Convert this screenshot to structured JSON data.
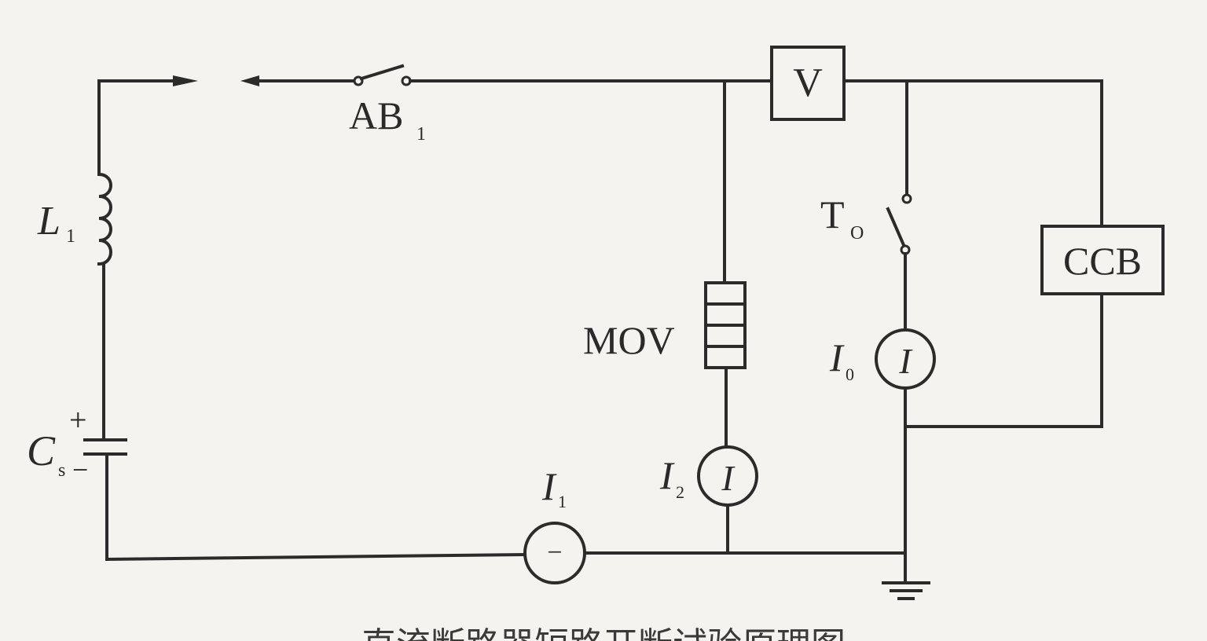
{
  "labels": {
    "switch_ab1": "AB",
    "switch_ab1_sub": "1",
    "inductor": "L",
    "inductor_sub": "1",
    "capacitor": "C",
    "capacitor_sub": "s",
    "plus_sign": "+",
    "minus_sign": "−",
    "mov": "MOV",
    "voltmeter": "V",
    "switch_t0": "T",
    "switch_t0_sub": "O",
    "ccb": "CCB",
    "current_i0": "I",
    "current_i0_sub": "0",
    "current_i1": "I",
    "current_i1_sub": "1",
    "current_i2": "I",
    "current_i2_sub": "2",
    "sensor_symbol": "I",
    "dc_sensor_symbol": "−"
  },
  "caption": "直流断路器短路开断试验原理图",
  "colors": {
    "line": "#2b2b2b",
    "background": "#f4f3f0"
  }
}
